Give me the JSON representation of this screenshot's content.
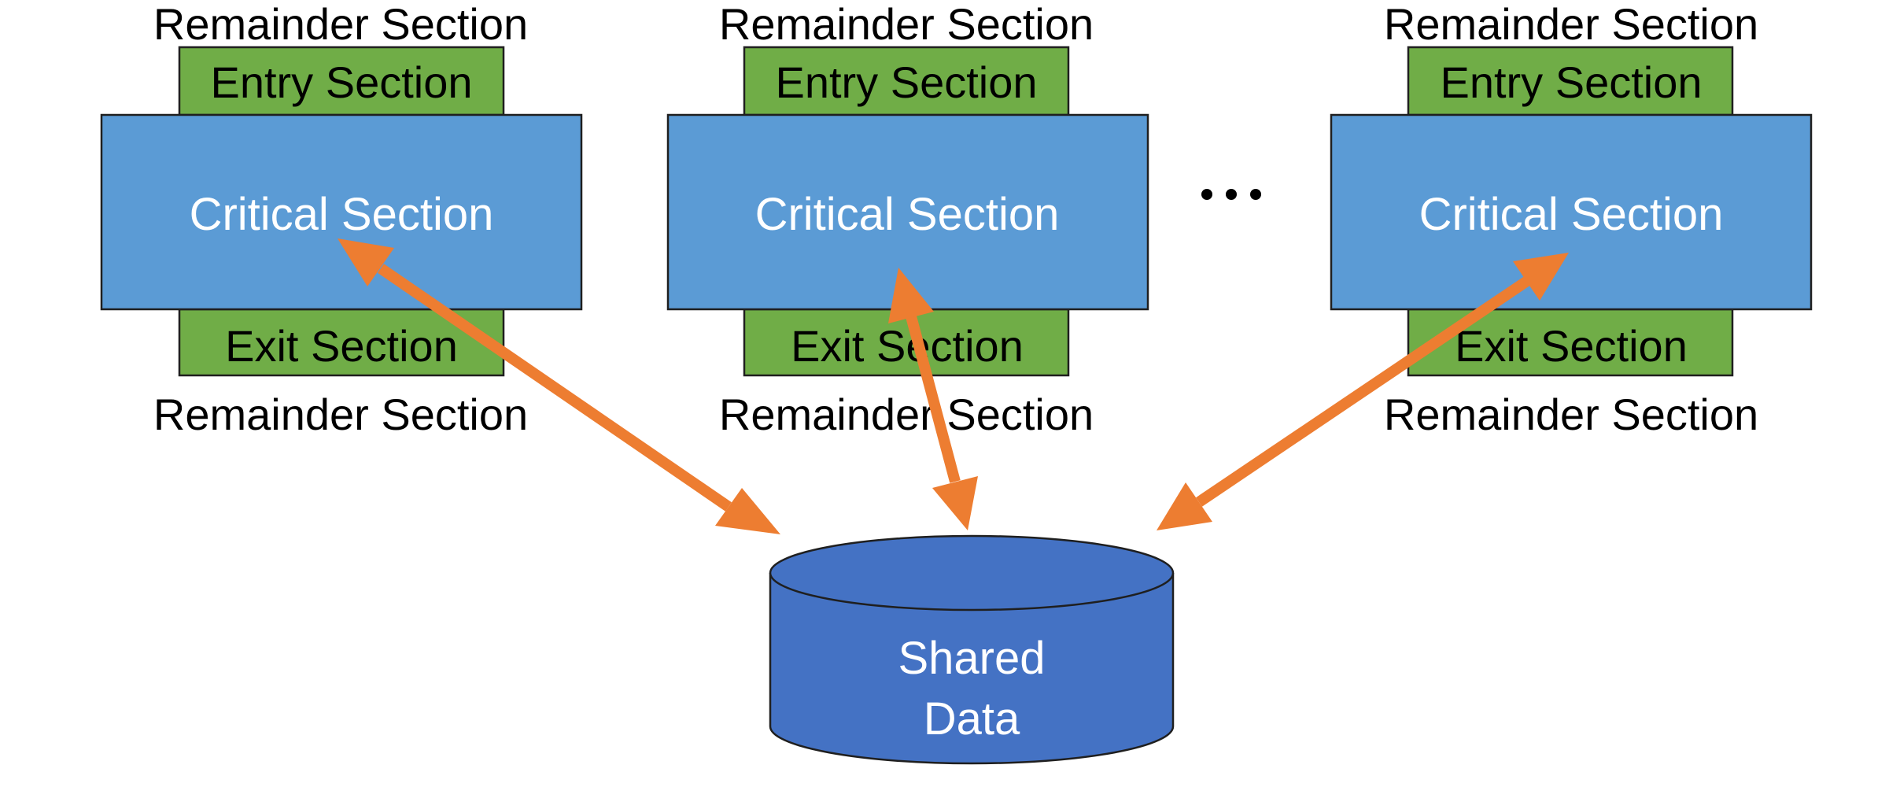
{
  "processes": [
    {
      "remainder_top": "Remainder Section",
      "entry": "Entry Section",
      "critical": "Critical Section",
      "exit": "Exit Section",
      "remainder_bottom": "Remainder Section"
    },
    {
      "remainder_top": "Remainder Section",
      "entry": "Entry Section",
      "critical": "Critical Section",
      "exit": "Exit Section",
      "remainder_bottom": "Remainder Section"
    },
    {
      "remainder_top": "Remainder Section",
      "entry": "Entry Section",
      "critical": "Critical Section",
      "exit": "Exit Section",
      "remainder_bottom": "Remainder Section"
    }
  ],
  "ellipsis": "…",
  "shared_data": {
    "line1": "Shared",
    "line2": "Data"
  },
  "colors": {
    "entry_exit_fill": "#70ad47",
    "critical_fill": "#5b9bd5",
    "shared_data_fill": "#4472c4",
    "arrow": "#ed7d31"
  }
}
